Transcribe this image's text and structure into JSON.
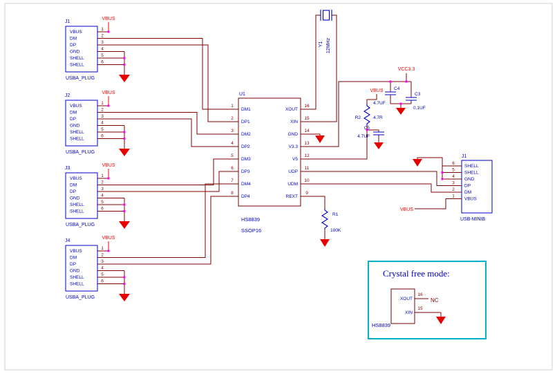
{
  "colors": {
    "wire": "#800000",
    "component": "#0000c8",
    "net_label": "#ff0000",
    "junction": "#ff00ff",
    "ground": "#e60000",
    "frame": "#00b2c8"
  },
  "nets": {
    "vbus": "VBUS",
    "vcc33": "VCC3.3"
  },
  "usba_connectors": [
    {
      "ref": "J1",
      "part": "USBA_PLUG",
      "pins": [
        {
          "name": "VBUS",
          "num": "1"
        },
        {
          "name": "DM",
          "num": "2"
        },
        {
          "name": "DP",
          "num": "3"
        },
        {
          "name": "GND",
          "num": "4"
        },
        {
          "name": "SHELL",
          "num": "5"
        },
        {
          "name": "SHELL",
          "num": "6"
        }
      ]
    },
    {
      "ref": "J2",
      "part": "USBA_PLUG",
      "pins": [
        {
          "name": "VBUS",
          "num": "1"
        },
        {
          "name": "DM",
          "num": "2"
        },
        {
          "name": "DP",
          "num": "3"
        },
        {
          "name": "GND",
          "num": "4"
        },
        {
          "name": "SHELL",
          "num": "5"
        },
        {
          "name": "SHELL",
          "num": "6"
        }
      ]
    },
    {
      "ref": "J3",
      "part": "USBA_PLUG",
      "pins": [
        {
          "name": "VBUS",
          "num": "1"
        },
        {
          "name": "DM",
          "num": "2"
        },
        {
          "name": "DP",
          "num": "3"
        },
        {
          "name": "GND",
          "num": "4"
        },
        {
          "name": "SHELL",
          "num": "5"
        },
        {
          "name": "SHELL",
          "num": "6"
        }
      ]
    },
    {
      "ref": "J4",
      "part": "USBA_PLUG",
      "pins": [
        {
          "name": "VBUS",
          "num": "1"
        },
        {
          "name": "DM",
          "num": "2"
        },
        {
          "name": "DP",
          "num": "3"
        },
        {
          "name": "GND",
          "num": "4"
        },
        {
          "name": "SHELL",
          "num": "5"
        },
        {
          "name": "SHELL",
          "num": "6"
        }
      ]
    }
  ],
  "u1": {
    "ref": "U1",
    "part": "HS8839",
    "package": "SSOP16",
    "left_pins": [
      {
        "name": "DM1",
        "num": "1"
      },
      {
        "name": "DP1",
        "num": "2"
      },
      {
        "name": "DM2",
        "num": "3"
      },
      {
        "name": "DP2",
        "num": "4"
      },
      {
        "name": "DM3",
        "num": "5"
      },
      {
        "name": "DP3",
        "num": "6"
      },
      {
        "name": "DM4",
        "num": "7"
      },
      {
        "name": "DP4",
        "num": "8"
      }
    ],
    "right_pins": [
      {
        "name": "XOUT",
        "num": "16"
      },
      {
        "name": "XIN",
        "num": "15"
      },
      {
        "name": "GND",
        "num": "14"
      },
      {
        "name": "V3.3",
        "num": "13"
      },
      {
        "name": "V5",
        "num": "12"
      },
      {
        "name": "UDP",
        "num": "11"
      },
      {
        "name": "UDM",
        "num": "10"
      },
      {
        "name": "REXT",
        "num": "9"
      }
    ]
  },
  "crystal": {
    "ref": "Y1",
    "value": "12MHz"
  },
  "r1": {
    "ref": "R1",
    "value": "100K"
  },
  "r2": {
    "ref": "R2",
    "value": "4.7R"
  },
  "c3": {
    "ref": "C3",
    "value": "0.1UF"
  },
  "c4": {
    "ref": "C4",
    "value": "4.7UF"
  },
  "c5": {
    "ref": "C5",
    "value": "4.7UF"
  },
  "usb_mini": {
    "ref": "J1",
    "part": "USB-MINIB",
    "pins": [
      {
        "name": "SHELL",
        "num": "6"
      },
      {
        "name": "SHELL",
        "num": "5"
      },
      {
        "name": "GND",
        "num": "4"
      },
      {
        "name": "DP",
        "num": "3"
      },
      {
        "name": "DM",
        "num": "2"
      },
      {
        "name": "VBUS",
        "num": "1"
      }
    ]
  },
  "crystal_free": {
    "title": "Crystal free mode:",
    "chip": "HS8839",
    "nc": "NC",
    "pins": [
      {
        "name": "XOUT",
        "num": "16"
      },
      {
        "name": "XIN",
        "num": "15"
      }
    ]
  }
}
